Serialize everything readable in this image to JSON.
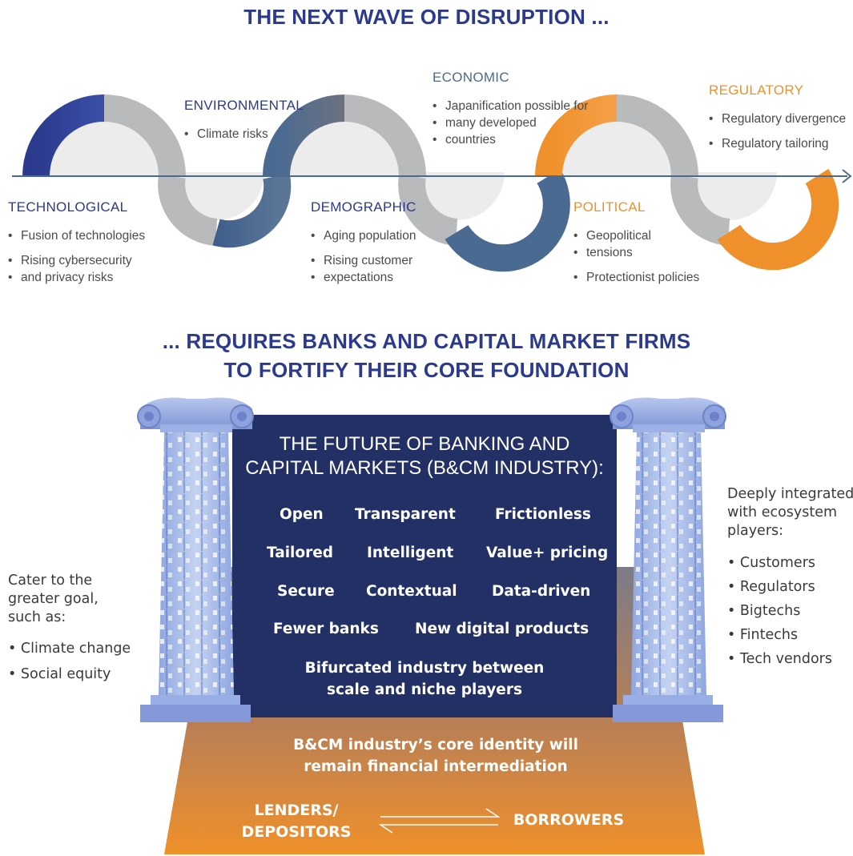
{
  "titles": {
    "top": "THE NEXT WAVE OF DISRUPTION ...",
    "mid_line1": "... REQUIRES BANKS AND CAPITAL MARKET FIRMS",
    "mid_line2": "TO FORTIFY THEIR CORE FOUNDATION"
  },
  "forces": {
    "technological": {
      "label": "TECHNOLOGICAL",
      "items": [
        "Fusion of technologies",
        "Rising cybersecurity",
        "and privacy risks"
      ]
    },
    "environmental": {
      "label": "ENVIRONMENTAL",
      "items": [
        "Climate risks"
      ]
    },
    "demographic": {
      "label": "DEMOGRAPHIC",
      "items": [
        "Aging population",
        "Rising customer",
        "expectations"
      ]
    },
    "economic": {
      "label": "ECONOMIC",
      "items": [
        "Japanification possible for",
        "many developed",
        "countries"
      ]
    },
    "political": {
      "label": "POLITICAL",
      "items": [
        "Geopolitical",
        "tensions",
        "Protectionist policies"
      ]
    },
    "regulatory": {
      "label": "REGULATORY",
      "items": [
        "Regulatory divergence",
        "Regulatory tailoring"
      ]
    }
  },
  "colors": {
    "navy": "#2b3a8c",
    "orange": "#f0902a",
    "slate": "#4a6a92",
    "grey": "#b9babb",
    "panel": "#233066"
  },
  "left_side": {
    "intro": [
      "Cater to the",
      "greater goal,",
      "such as:"
    ],
    "items": [
      "Climate change",
      "Social equity"
    ]
  },
  "right_side": {
    "intro": [
      "Deeply integrated",
      "with ecosystem",
      "players:"
    ],
    "items": [
      "Customers",
      "Regulators",
      "Bigtechs",
      "Fintechs",
      "Tech vendors"
    ]
  },
  "panel": {
    "heading_line1": "THE FUTURE OF BANKING AND",
    "heading_line2": "CAPITAL MARKETS (B&CM INDUSTRY):",
    "row1": [
      "Open",
      "Transparent",
      "Frictionless"
    ],
    "row2": [
      "Tailored",
      "Intelligent",
      "Value+ pricing"
    ],
    "row3": [
      "Secure",
      "Contextual",
      "Data-driven"
    ],
    "row4": [
      "Fewer banks",
      "New digital products"
    ],
    "row5_line1": "Bifurcated industry between",
    "row5_line2": "scale and niche players"
  },
  "base": {
    "line1": "B&CM industry’s core identity will",
    "line2": "remain financial intermediation",
    "left_line1": "LENDERS/",
    "left_line2": "DEPOSITORS",
    "right": "BORROWERS"
  }
}
